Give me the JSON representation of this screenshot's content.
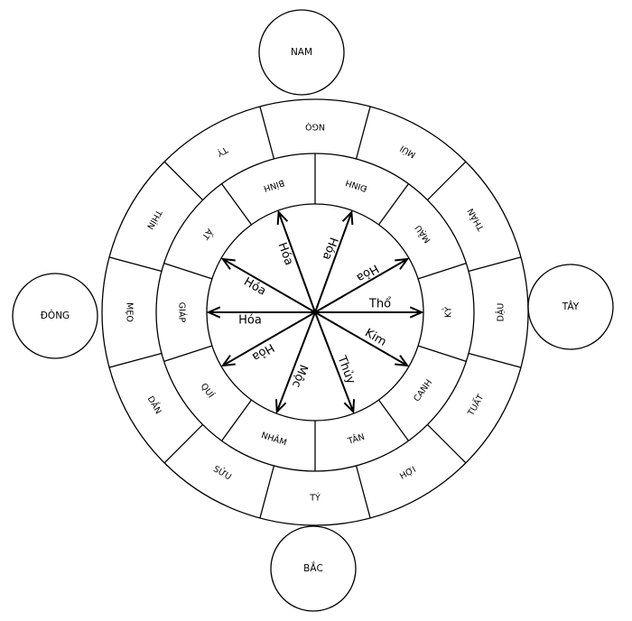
{
  "compass": [
    {
      "label": "NAM",
      "dir": "south-top"
    },
    {
      "label": "TÂY",
      "dir": "west-right"
    },
    {
      "label": "ĐÔNG",
      "dir": "east-left"
    },
    {
      "label": "BẮC",
      "dir": "north-bottom"
    }
  ],
  "earthly_branches": [
    {
      "label": "NGỌ",
      "angle": 90
    },
    {
      "label": "MÙI",
      "angle": 60
    },
    {
      "label": "THÂN",
      "angle": 30
    },
    {
      "label": "DẬU",
      "angle": 0
    },
    {
      "label": "TUẤT",
      "angle": -30
    },
    {
      "label": "HỢI",
      "angle": -60
    },
    {
      "label": "TÝ",
      "angle": -90
    },
    {
      "label": "SỬU",
      "angle": -120
    },
    {
      "label": "DẦN",
      "angle": -150
    },
    {
      "label": "MẸO",
      "angle": 180
    },
    {
      "label": "THÌN",
      "angle": 150
    },
    {
      "label": "TỴ",
      "angle": 120
    }
  ],
  "heavenly_stems": [
    {
      "label": "ĐINH",
      "angle": 72
    },
    {
      "label": "MẬU",
      "angle": 36
    },
    {
      "label": "KỶ",
      "angle": 0
    },
    {
      "label": "CANH",
      "angle": -36
    },
    {
      "label": "TÂN",
      "angle": -72
    },
    {
      "label": "NHÂM",
      "angle": -108
    },
    {
      "label": "QUÍ",
      "angle": -144
    },
    {
      "label": "GIÁP",
      "angle": 180
    },
    {
      "label": "ẤT",
      "angle": 144
    },
    {
      "label": "BÍNH",
      "angle": 108
    }
  ],
  "arrows": [
    {
      "label": "Thổ",
      "angle": 0
    },
    {
      "label": "Hỏa",
      "angle": 30
    },
    {
      "label": "Hóa",
      "angle": 70
    },
    {
      "label": "Hóa",
      "angle": 110
    },
    {
      "label": "Hóa",
      "angle": 150
    },
    {
      "label": "Hóa",
      "angle": 180
    },
    {
      "label": "Hỏa",
      "angle": 210
    },
    {
      "label": "Mộc",
      "angle": 249
    },
    {
      "label": "Thủy",
      "angle": 291
    },
    {
      "label": "Kim",
      "angle": 330
    }
  ]
}
